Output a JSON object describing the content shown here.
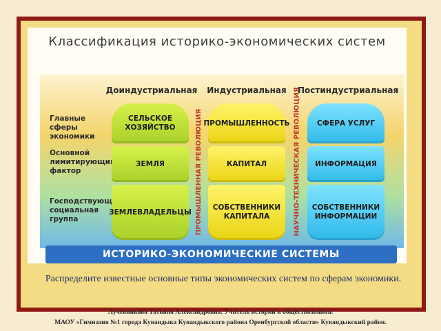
{
  "title": "Классификация историко-экономических систем",
  "rows": [
    "Главные сферы экономики",
    "Основной лимитирующий фактор",
    "Господствующая социальная группа"
  ],
  "eras": [
    {
      "name": "Доиндустриальная",
      "cells": [
        "СЕЛЬСКОЕ ХОЗЯЙСТВО",
        "ЗЕМЛЯ",
        "ЗЕМЛЕВЛАДЕЛЬЦЫ"
      ],
      "color": "#b8dc2c"
    },
    {
      "name": "Индустриальная",
      "cells": [
        "ПРОМЫШЛЕННОСТЬ",
        "КАПИТАЛ",
        "СОБСТВЕННИКИ КАПИТАЛА"
      ],
      "color": "#f2de1f"
    },
    {
      "name": "Постиндустриальная",
      "cells": [
        "СФЕРА УСЛУГ",
        "ИНФОРМАЦИЯ",
        "СОБСТВЕННИКИ ИНФОРМАЦИИ"
      ],
      "color": "#38c2ee"
    }
  ],
  "revolutions": [
    "ПРОМЫШЛЕННАЯ РЕВОЛЮЦИЯ",
    "НАУЧНО-ТЕХНИЧЕСКАЯ РЕВОЛЮЦИЯ"
  ],
  "base_label": "ИСТОРИКО-ЭКОНОМИЧЕСКИЕ СИСТЕМЫ",
  "task_text": "Распределите известные основные типы экономических систем по сферам экономики.",
  "footer": {
    "line1": "Лучевникова Татьяна Александровна. Учитель истории и обществознания.",
    "line2": "МАОУ «Гимназия №1 города Кувандыка Кувандыкского района Оренбургской области» Кувандыкский район."
  },
  "colors": {
    "frame": "#8f1a14",
    "inner": "#f3dc83",
    "bar": "#2d6fc2",
    "revolution_text": "#c0392b"
  }
}
